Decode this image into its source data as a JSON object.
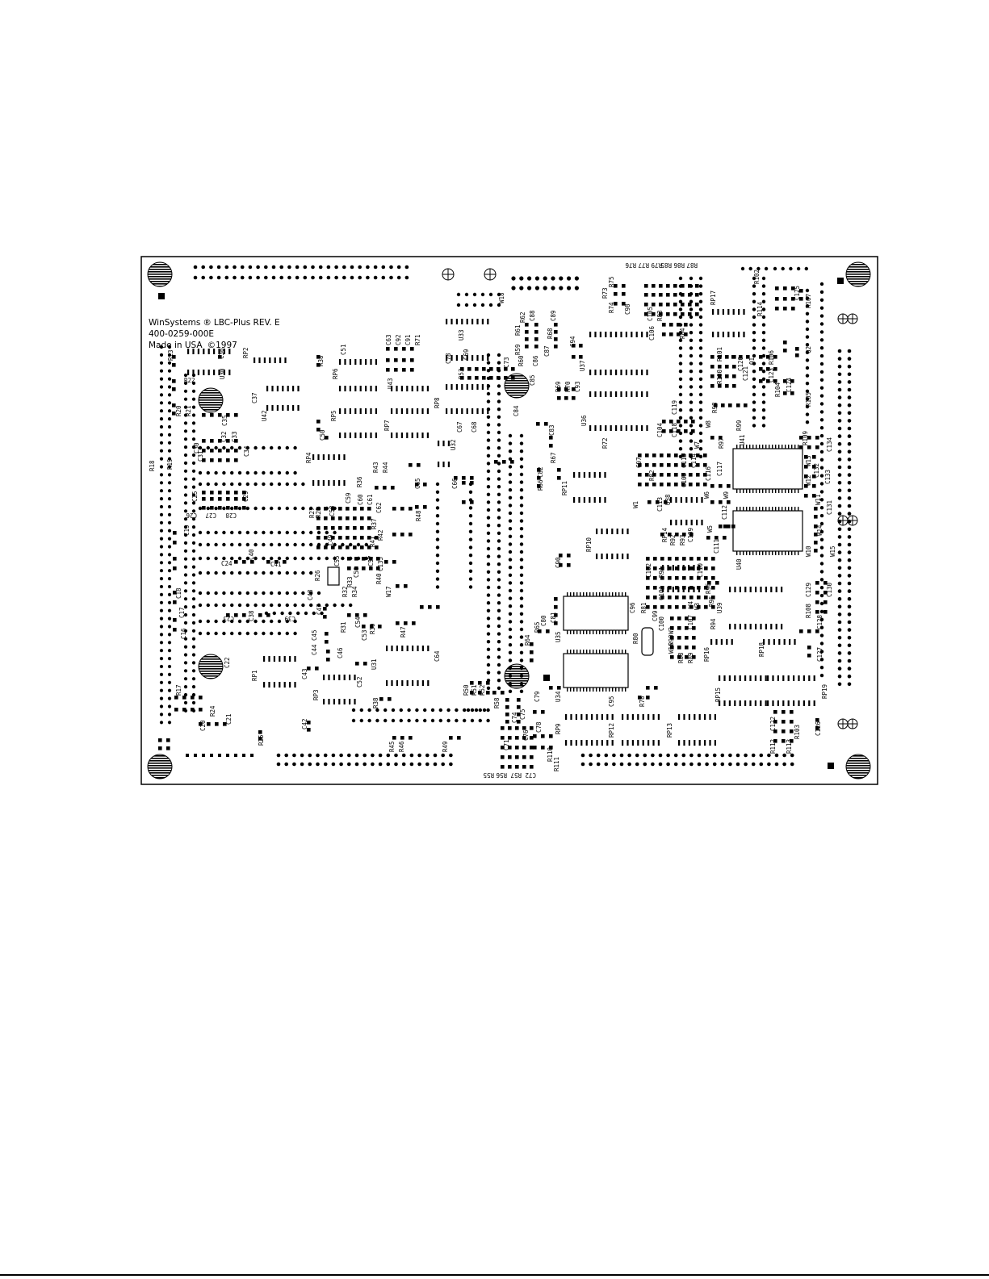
{
  "board_header": {
    "line1": "WinSystems",
    "line1b": "LBC-Plus REV. E",
    "line2": "400-0259-000E",
    "line3": "Made in USA",
    "line3b": "1997"
  },
  "chips": {
    "u30": "U30",
    "u42": "U42",
    "u43": "U43",
    "u33": "U33",
    "u32": "U32",
    "u31": "U31",
    "u37": "U37",
    "u36": "U36",
    "u38": "U38",
    "u39": "U39",
    "u35": "U35",
    "u34": "U34",
    "u41": "U41",
    "u40": "U40"
  },
  "resistor_packs": {
    "rp1": "RP1",
    "rp2": "RP2",
    "rp3": "RP3",
    "rp4": "RP4",
    "rp5": "RP5",
    "rp6": "RP6",
    "rp7": "RP7",
    "rp8": "RP8",
    "rp9": "RP9",
    "rp10": "RP10",
    "rp11": "RP11",
    "rp12": "RP12",
    "rp13": "RP13",
    "rp14": "RP14",
    "rp15": "RP15",
    "rp16": "RP16",
    "rp17": "RP17",
    "rp18": "RP18",
    "rp19": "RP19"
  },
  "labels": {
    "r23": "R23",
    "c36": "C36",
    "r22": "R22",
    "r20": "R20",
    "r21": "R21",
    "c37": "C37",
    "c35": "C35",
    "c32": "C32",
    "c33": "C33",
    "c31": "C31",
    "c30": "C30",
    "c34": "C34",
    "r18": "R18",
    "r19": "R19",
    "c25": "C25",
    "c29": "C29",
    "c26": "C26",
    "c27": "C27",
    "c28": "C28",
    "c19": "C19",
    "c24": "C24",
    "c40": "C40",
    "c41": "C41",
    "c18": "C18",
    "c17": "C17",
    "c16": "C16",
    "c23": "C23",
    "c38": "C38",
    "c39": "C39",
    "c22": "C22",
    "r17": "R17",
    "c20": "C20",
    "r24": "R24",
    "c21": "C21",
    "r25": "R25",
    "r38a": "R38",
    "c51": "C51",
    "c50": "C50",
    "c63": "C63",
    "c92": "C92",
    "c91": "C91",
    "r71": "R71",
    "c78": "C78",
    "c69": "C69",
    "r53": "R53",
    "r62": "R62",
    "c88": "C88",
    "c89": "C89",
    "r61": "R61",
    "r68": "R68",
    "r59": "R59",
    "c87": "C87",
    "r60": "R60",
    "c86": "C86",
    "c85": "C85",
    "c73": "C73",
    "c84": "C84",
    "r69": "R69",
    "r70": "R70",
    "c93": "C93",
    "c94": "C94",
    "w18": "W18",
    "c67": "C67",
    "c68": "C68",
    "c66": "C66",
    "c65": "C65",
    "r48": "R48",
    "c83": "C83",
    "r67": "R67",
    "c82": "C82",
    "r66": "R66",
    "r72": "R72",
    "w1": "W1",
    "c90": "C90",
    "r43": "R43",
    "r44": "R44",
    "r36": "R36",
    "c35b": "C35",
    "c60": "C60",
    "c59": "C59",
    "c61": "C61",
    "c62": "C62",
    "r27": "R27",
    "r29": "R29",
    "c58": "C58",
    "r37": "R37",
    "c49": "C49",
    "r41": "R41",
    "r42": "R42",
    "c55": "C55",
    "c57": "C57",
    "c135": "C135",
    "c56": "C56",
    "r26": "R26",
    "r40": "R40",
    "r32": "R32",
    "r33": "R33",
    "r34": "R34",
    "w17": "W17",
    "c48": "C48",
    "c47": "C47",
    "r31": "R31",
    "c54": "C54",
    "r39": "R39",
    "c53": "C53",
    "r47": "R47",
    "c45": "C45",
    "c44": "C44",
    "c46": "C46",
    "c43": "C43",
    "c52": "C52",
    "c64": "C64",
    "r38b": "R38",
    "c42": "C42",
    "r45": "R45",
    "r46": "R46",
    "r49": "R49",
    "r50": "R50",
    "r51": "R51",
    "r52": "R52",
    "r58": "R58",
    "c71": "C71",
    "c74": "C74",
    "c75": "C75",
    "c76": "C76",
    "c78b": "C78",
    "c79": "C79",
    "r64": "R64",
    "r65": "R65",
    "c80": "C80",
    "c81": "C81",
    "r110": "R110",
    "r111": "R111",
    "c72": "C72",
    "r57": "R57",
    "r56": "R56",
    "r55": "R55",
    "r73": "R73",
    "r75a": "R75",
    "r74": "R74",
    "c98": "C98",
    "r87": "R87",
    "r86": "R86",
    "r85": "R85",
    "r79": "R79",
    "r77": "R77",
    "r76": "R76",
    "c105": "C105",
    "r83": "R83",
    "c106": "C106",
    "r84": "R84",
    "c119": "C119",
    "c104": "C104",
    "c118": "C118",
    "w8": "W8",
    "w7": "W7",
    "r97": "R97",
    "c97": "C97",
    "r82": "R82",
    "c115": "C115",
    "c114": "C114",
    "c103": "C103",
    "c116": "C116",
    "c117": "C117",
    "c113": "C113",
    "w6": "W6",
    "w9": "W9",
    "w11": "W11",
    "c112": "C112",
    "w5": "W5",
    "c111": "C111",
    "r92": "R92",
    "r93": "R93",
    "c109": "C109",
    "c102": "C102",
    "r91": "R91",
    "c110": "C110",
    "r96": "R96",
    "c101": "C101",
    "r95": "R95",
    "c96": "C96",
    "r81": "R81",
    "c99": "C99",
    "w4": "W4",
    "w3": "W3",
    "c100": "C100",
    "w2": "W2",
    "c107": "C107",
    "r90": "R90",
    "r80": "R80",
    "w16": "W16",
    "r88": "R88",
    "r89": "R89",
    "r94": "R94",
    "r78": "R78",
    "c95": "C95",
    "r102": "R102",
    "r114": "R114",
    "c125": "C125",
    "r107": "R107",
    "r101": "R101",
    "c120": "C120",
    "q1": "Q1",
    "c123": "C123",
    "r106": "R106",
    "q2": "Q2",
    "r100": "R100",
    "c121": "C121",
    "r104": "R104",
    "c124": "C124",
    "r105": "R105",
    "r98": "R98",
    "r99": "R99",
    "r109": "R109",
    "c134": "C134",
    "w13": "W13",
    "w12": "W12",
    "c132": "C132",
    "c133": "C133",
    "c131": "C131",
    "w14": "W14",
    "w10": "W10",
    "w15": "W15",
    "c129": "C129",
    "c130": "C130",
    "r108": "R108",
    "c128": "C128",
    "c127": "C127",
    "c122": "C122",
    "c126": "C126",
    "r112": "R112",
    "r113": "R113",
    "r103": "R103"
  }
}
